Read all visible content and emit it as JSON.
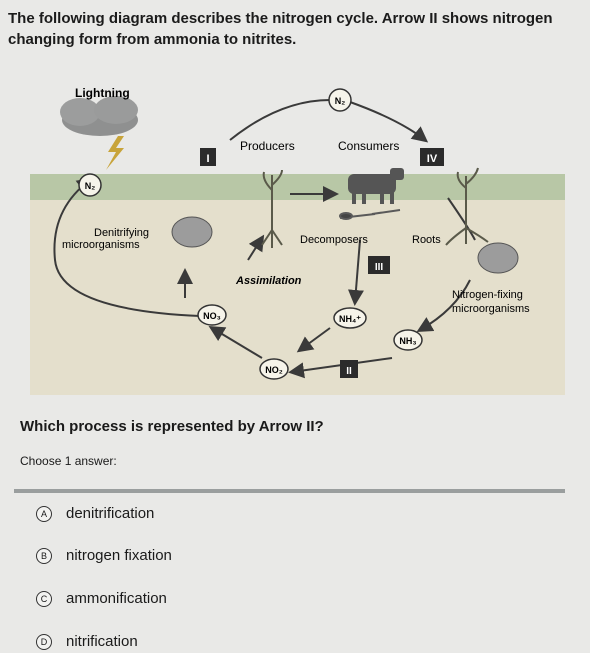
{
  "intro_text": "The following diagram describes the nitrogen cycle. Arrow II shows nitrogen changing form from ammonia to nitrites.",
  "diagram": {
    "lightning": "Lightning",
    "n2_top": "N₂",
    "n2_left": "N₂",
    "arrow_i": "I",
    "arrow_ii": "II",
    "arrow_iii": "III",
    "arrow_iv": "IV",
    "producers": "Producers",
    "consumers": "Consumers",
    "denitrifying_line1": "Denitrifying",
    "denitrifying_line2": "microorganisms",
    "decomposers": "Decomposers",
    "roots": "Roots",
    "assimilation": "Assimilation",
    "nitrogen_fixing_line1": "Nitrogen-fixing",
    "nitrogen_fixing_line2": "microorganisms",
    "no3": "NO₃",
    "nh4": "NH₄⁺",
    "nh3": "NH₃",
    "no2": "NO₂"
  },
  "question": "Which process is represented by Arrow II?",
  "choose_label": "Choose 1 answer:",
  "options": [
    {
      "letter": "A",
      "label": "denitrification"
    },
    {
      "letter": "B",
      "label": "nitrogen fixation"
    },
    {
      "letter": "C",
      "label": "ammonification"
    },
    {
      "letter": "D",
      "label": "nitrification"
    }
  ]
}
